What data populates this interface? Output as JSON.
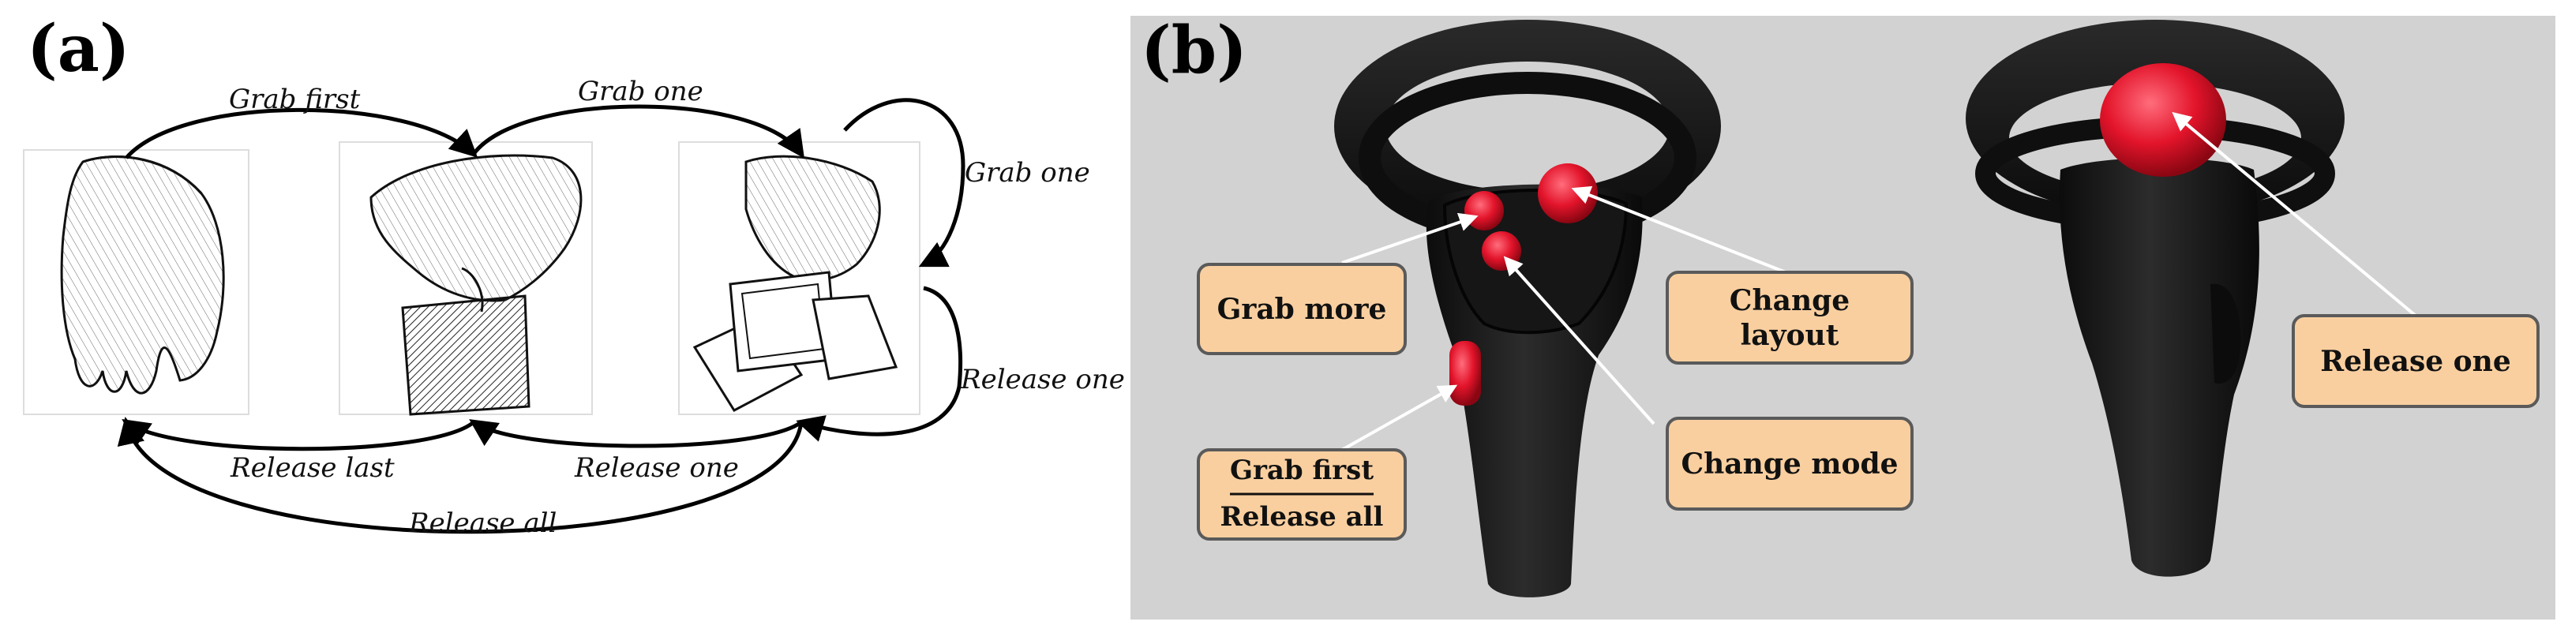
{
  "panel_a": {
    "label": "(a)",
    "transitions": {
      "grab_first": "Grab first",
      "grab_one_top": "Grab one",
      "grab_one_loop": "Grab one",
      "release_one_loop": "Release one",
      "release_last": "Release last",
      "release_one_bottom": "Release one",
      "release_all": "Release all"
    }
  },
  "panel_b": {
    "label": "(b)",
    "callouts": {
      "grab_more": "Grab more",
      "change_layout_line1": "Change",
      "change_layout_line2": "layout",
      "change_mode": "Change mode",
      "grab_first": "Grab first",
      "release_all": "Release all",
      "release_one": "Release one"
    }
  },
  "colors": {
    "callout_fill": "#f9cfa0",
    "callout_stroke": "#5a5a5a",
    "button_red": "#e0142a",
    "controller_black": "#1c1c1c",
    "panel_b_background": "#d2d2d2"
  }
}
